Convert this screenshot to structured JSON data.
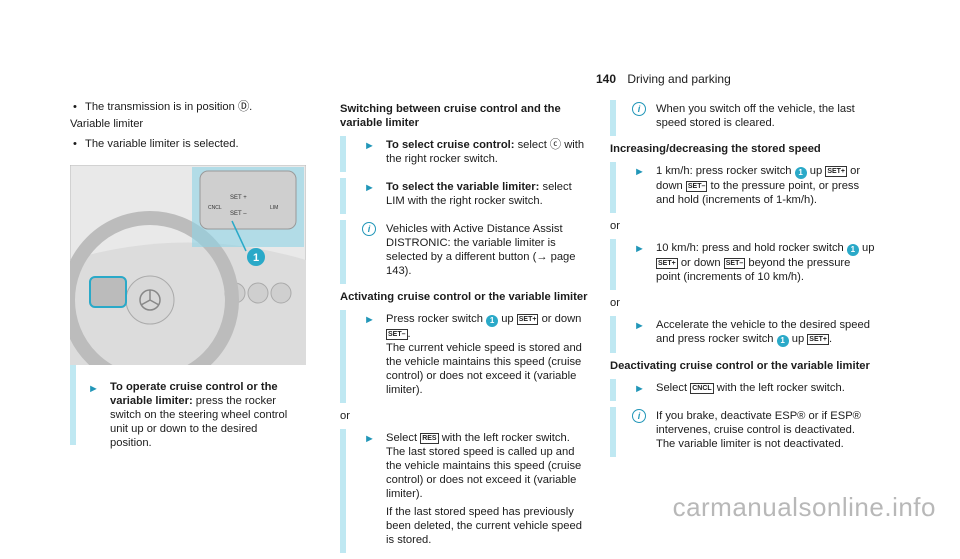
{
  "header": {
    "page_number": "140",
    "section": "Driving and parking"
  },
  "col1": {
    "bullet1": "The transmission is in position Ⓓ.",
    "variable_limiter_label": "Variable limiter",
    "bullet2": "The variable limiter is selected.",
    "step_bold": "To operate cruise control or the variable limiter:",
    "step_text": " press the rocker switch on the steer­ing wheel control unit up or down to the desired position."
  },
  "figure": {
    "callout": "1",
    "btn_set_plus": "SET +",
    "btn_set_minus": "SET –",
    "btn_cncl": "CNCL",
    "btn_lim": "LIM"
  },
  "col2": {
    "heading1": "Switching between cruise control and the variable limiter",
    "step1_bold": "To select cruise control:",
    "step1_text": " select ⓒ with the right rocker switch.",
    "step2_bold": "To select the variable limiter:",
    "step2_text": " select LIM with the right rocker switch.",
    "note1": "Vehicles with Active Distance Assist DISTRONIC: the variable limiter is selected by a different button (→ page 143).",
    "heading2": "Activating cruise control or the variable lim­iter",
    "step3_a": "Press rocker switch",
    "step3_b": "up",
    "step3_c": "or down",
    "step3_d": ".",
    "step3_e": "The current vehicle speed is stored and the vehicle maintains this speed (cruise control) or does not exceed it (variable limiter).",
    "or1": "or",
    "step4_a": "Select",
    "step4_b": "with the left rocker switch.",
    "step4_c": "The last stored speed is called up and the vehicle maintains this speed (cruise control) or does not exceed it (variable limiter).",
    "step4_d": "If the last stored speed has previously been deleted, the current vehicle speed is stored."
  },
  "col3": {
    "note2": "When you switch off the vehicle, the last speed stored is cleared.",
    "heading3": "Increasing/decreasing the stored speed",
    "step5_a": "1 km/h: press rocker switch",
    "step5_b": "up",
    "step5_c": "or down",
    "step5_d": "to the pressure point, or press and hold (increments of 1-km/h).",
    "or2": "or",
    "step6_a": "10 km/h: press and hold rocker switch",
    "step6_b": "up",
    "step6_c": "or down",
    "step6_d": "beyond the pressure point (increments of 10 km/h).",
    "or3": "or",
    "step7_a": "Accelerate the vehicle to the desired speed and press rocker switch",
    "step7_b": "up",
    "step7_c": ".",
    "heading4": "Deactivating cruise control or the variable limiter",
    "step8_a": "Select",
    "step8_b": "with the left rocker switch.",
    "note3": "If you brake, deactivate ESP® or if ESP® intervenes, cruise control is deactivated. The variable limiter is not deactivated."
  },
  "glyphs": {
    "callout1": "1",
    "set_plus": "SET+",
    "set_minus": "SET–",
    "res": "RES",
    "cncl": "CNCL"
  },
  "watermark": "carmanualsonline.info"
}
